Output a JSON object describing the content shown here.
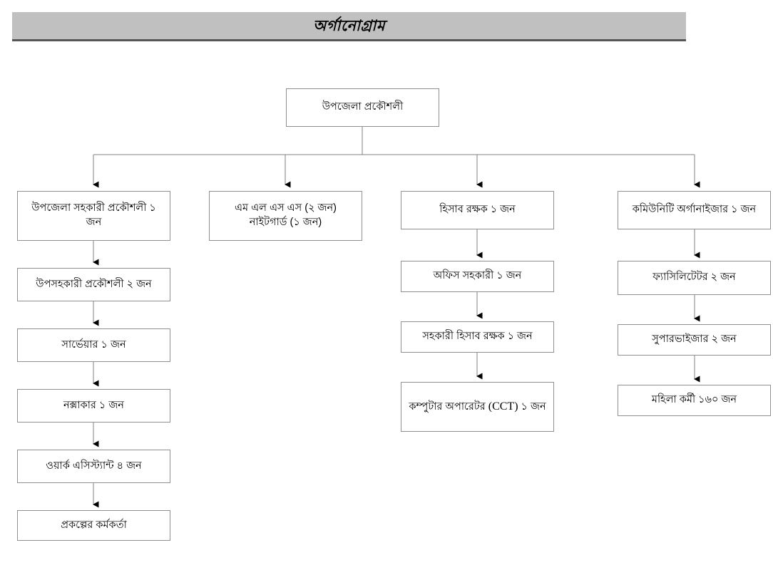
{
  "page": {
    "title": "অর্গানোগ্রাম",
    "background_color": "#ffffff"
  },
  "banner": {
    "text": "অর্গানোগ্রাম",
    "fill_color": "#c0c0c0",
    "underline_color": "#555555"
  },
  "colors": {
    "box_border": "#909090",
    "box_fill": "#ffffff",
    "connector": "#808080",
    "arrow": "#000000",
    "text": "#000000"
  },
  "chart_data": {
    "type": "diagram",
    "diagram_kind": "organizational-chart",
    "title": "অর্গানোগ্রাম",
    "orientation": "top-down",
    "root": {
      "id": "root",
      "label": "উপজেলা প্রকৌশলী"
    },
    "columns": [
      {
        "id": "col-1",
        "nodes": [
          {
            "id": "n1-1",
            "label": "উপজেলা সহকারী প্রকৌশলী ১ জন"
          },
          {
            "id": "n1-2",
            "label": "উপসহকারী প্রকৌশলী ২ জন"
          },
          {
            "id": "n1-3",
            "label": "সার্ভেয়ার  ১ জন"
          },
          {
            "id": "n1-4",
            "label": "নক্সাকার  ১ জন"
          },
          {
            "id": "n1-5",
            "label": "ওয়ার্ক এসিস্ট্যান্ট ৪ জন"
          },
          {
            "id": "n1-6",
            "label": "প্রকল্পের কর্মকর্তা"
          }
        ]
      },
      {
        "id": "col-2",
        "nodes": [
          {
            "id": "n2-1",
            "label": "এম এল এস এস (২ জন)",
            "label_line2": "নাইটগার্ড (১ জন)"
          }
        ]
      },
      {
        "id": "col-3",
        "nodes": [
          {
            "id": "n3-1",
            "label": "হিসাব রক্ষক ১ জন"
          },
          {
            "id": "n3-2",
            "label": "অফিস সহকারী ১ জন"
          },
          {
            "id": "n3-3",
            "label": "সহকারী হিসাব রক্ষক ১ জন"
          },
          {
            "id": "n3-4",
            "label_pre": "কম্পুটার অপারেটর ",
            "label_latin": "(CCT)",
            "label_post": " ১ জন"
          }
        ]
      },
      {
        "id": "col-4",
        "nodes": [
          {
            "id": "n4-1",
            "label": "কমিউনিটি অর্গানাইজার ১ জন"
          },
          {
            "id": "n4-2",
            "label": "ফ্যাসিলিটেটর ২ জন"
          },
          {
            "id": "n4-3",
            "label": "সুপারভাইজার ২ জন"
          },
          {
            "id": "n4-4",
            "label": "মহিলা কর্মী ১৬০ জন"
          }
        ]
      }
    ]
  }
}
